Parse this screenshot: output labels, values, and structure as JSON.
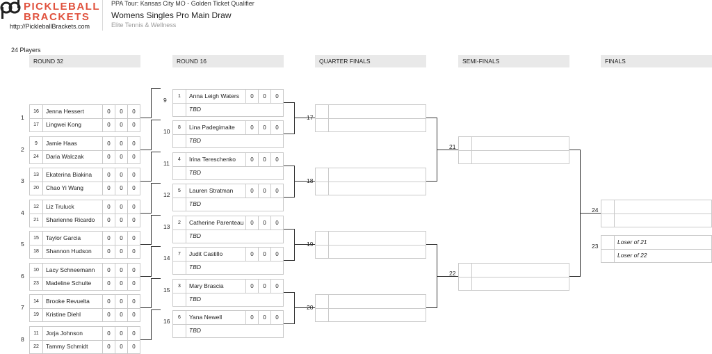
{
  "header": {
    "logo_line1": "PICKLEBALL",
    "logo_line2": "BRACKETS",
    "site_url": "http://PickleballBrackets.com",
    "tour": "PPA Tour: Kansas City MO - Golden Ticket Qualifier",
    "title": "Womens Singles Pro Main Draw",
    "venue": "Elite Tennis & Wellness",
    "players_count": "24 Players"
  },
  "rounds": [
    "ROUND 32",
    "ROUND 16",
    "QUARTER FINALS",
    "SEMI-FINALS",
    "FINALS"
  ],
  "round32": [
    {
      "num": "1",
      "p1": {
        "seed": "16",
        "name": "Jenna Hessert",
        "scores": [
          "0",
          "0",
          "0"
        ]
      },
      "p2": {
        "seed": "17",
        "name": "Lingwei Kong",
        "scores": [
          "0",
          "0",
          "0"
        ]
      }
    },
    {
      "num": "2",
      "p1": {
        "seed": "9",
        "name": "Jamie Haas",
        "scores": [
          "0",
          "0",
          "0"
        ]
      },
      "p2": {
        "seed": "24",
        "name": "Daria Walczak",
        "scores": [
          "0",
          "0",
          "0"
        ]
      }
    },
    {
      "num": "3",
      "p1": {
        "seed": "13",
        "name": "Ekaterina Biakina",
        "scores": [
          "0",
          "0",
          "0"
        ]
      },
      "p2": {
        "seed": "20",
        "name": "Chao Yi Wang",
        "scores": [
          "0",
          "0",
          "0"
        ]
      }
    },
    {
      "num": "4",
      "p1": {
        "seed": "12",
        "name": "Liz Truluck",
        "scores": [
          "0",
          "0",
          "0"
        ]
      },
      "p2": {
        "seed": "21",
        "name": "Sharienne Ricardo",
        "scores": [
          "0",
          "0",
          "0"
        ]
      }
    },
    {
      "num": "5",
      "p1": {
        "seed": "15",
        "name": "Taylor Garcia",
        "scores": [
          "0",
          "0",
          "0"
        ]
      },
      "p2": {
        "seed": "18",
        "name": "Shannon Hudson",
        "scores": [
          "0",
          "0",
          "0"
        ]
      }
    },
    {
      "num": "6",
      "p1": {
        "seed": "10",
        "name": "Lacy Schneemann",
        "scores": [
          "0",
          "0",
          "0"
        ]
      },
      "p2": {
        "seed": "23",
        "name": "Madeline Schulte",
        "scores": [
          "0",
          "0",
          "0"
        ]
      }
    },
    {
      "num": "7",
      "p1": {
        "seed": "14",
        "name": "Brooke Revuelta",
        "scores": [
          "0",
          "0",
          "0"
        ]
      },
      "p2": {
        "seed": "19",
        "name": "Kristine Diehl",
        "scores": [
          "0",
          "0",
          "0"
        ]
      }
    },
    {
      "num": "8",
      "p1": {
        "seed": "11",
        "name": "Jorja Johnson",
        "scores": [
          "0",
          "0",
          "0"
        ]
      },
      "p2": {
        "seed": "22",
        "name": "Tammy Schmidt",
        "scores": [
          "0",
          "0",
          "0"
        ]
      }
    }
  ],
  "round16": [
    {
      "num": "9",
      "p1": {
        "seed": "1",
        "name": "Anna Leigh Waters",
        "scores": [
          "0",
          "0",
          "0"
        ]
      },
      "p2": {
        "name": "TBD"
      }
    },
    {
      "num": "10",
      "p1": {
        "seed": "8",
        "name": "Lina Padegimaite",
        "scores": [
          "0",
          "0",
          "0"
        ]
      },
      "p2": {
        "name": "TBD"
      }
    },
    {
      "num": "11",
      "p1": {
        "seed": "4",
        "name": "Irina Tereschenko",
        "scores": [
          "0",
          "0",
          "0"
        ]
      },
      "p2": {
        "name": "TBD"
      }
    },
    {
      "num": "12",
      "p1": {
        "seed": "5",
        "name": "Lauren Stratman",
        "scores": [
          "0",
          "0",
          "0"
        ]
      },
      "p2": {
        "name": "TBD"
      }
    },
    {
      "num": "13",
      "p1": {
        "seed": "2",
        "name": "Catherine Parenteau",
        "scores": [
          "0",
          "0",
          "0"
        ]
      },
      "p2": {
        "name": "TBD"
      }
    },
    {
      "num": "14",
      "p1": {
        "seed": "7",
        "name": "Judit Castillo",
        "scores": [
          "0",
          "0",
          "0"
        ]
      },
      "p2": {
        "name": "TBD"
      }
    },
    {
      "num": "15",
      "p1": {
        "seed": "3",
        "name": "Mary Brascia",
        "scores": [
          "0",
          "0",
          "0"
        ]
      },
      "p2": {
        "name": "TBD"
      }
    },
    {
      "num": "16",
      "p1": {
        "seed": "6",
        "name": "Yana Newell",
        "scores": [
          "0",
          "0",
          "0"
        ]
      },
      "p2": {
        "name": "TBD"
      }
    }
  ],
  "quarters": [
    {
      "num": "17"
    },
    {
      "num": "18"
    },
    {
      "num": "19"
    },
    {
      "num": "20"
    }
  ],
  "semis": [
    {
      "num": "21"
    },
    {
      "num": "22"
    }
  ],
  "finals": [
    {
      "num": "24",
      "p1": "",
      "p2": ""
    },
    {
      "num": "23",
      "p1": "Loser of 21",
      "p2": "Loser of 22"
    }
  ]
}
